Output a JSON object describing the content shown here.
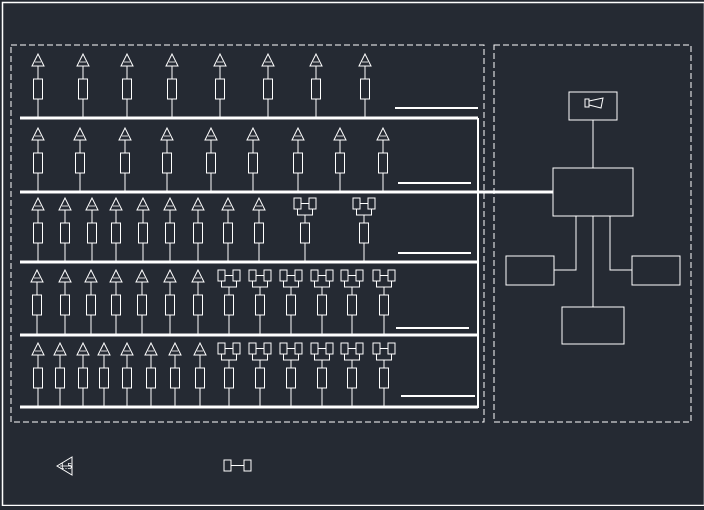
{
  "colors": {
    "background": "#252a33",
    "line": "#ffffff"
  },
  "legend": {
    "speaker_symbol_text": "1.5",
    "connector_symbol_text": ""
  },
  "rows": [
    {
      "speakers": 8,
      "speaker_label": "",
      "connectors": 0
    },
    {
      "speakers": 9,
      "speaker_label": "",
      "connectors": 0
    },
    {
      "speakers": 9,
      "speaker_label": "",
      "connectors": 2
    },
    {
      "speakers": 7,
      "speaker_label": "",
      "connectors": 6
    },
    {
      "speakers": 8,
      "speaker_label": "",
      "connectors": 6
    }
  ],
  "control_room": {
    "icons": [
      "horn-speaker-icon"
    ],
    "boxes": [
      "horn-unit",
      "main-amplifier",
      "left-unit",
      "right-unit",
      "bottom-unit"
    ]
  }
}
